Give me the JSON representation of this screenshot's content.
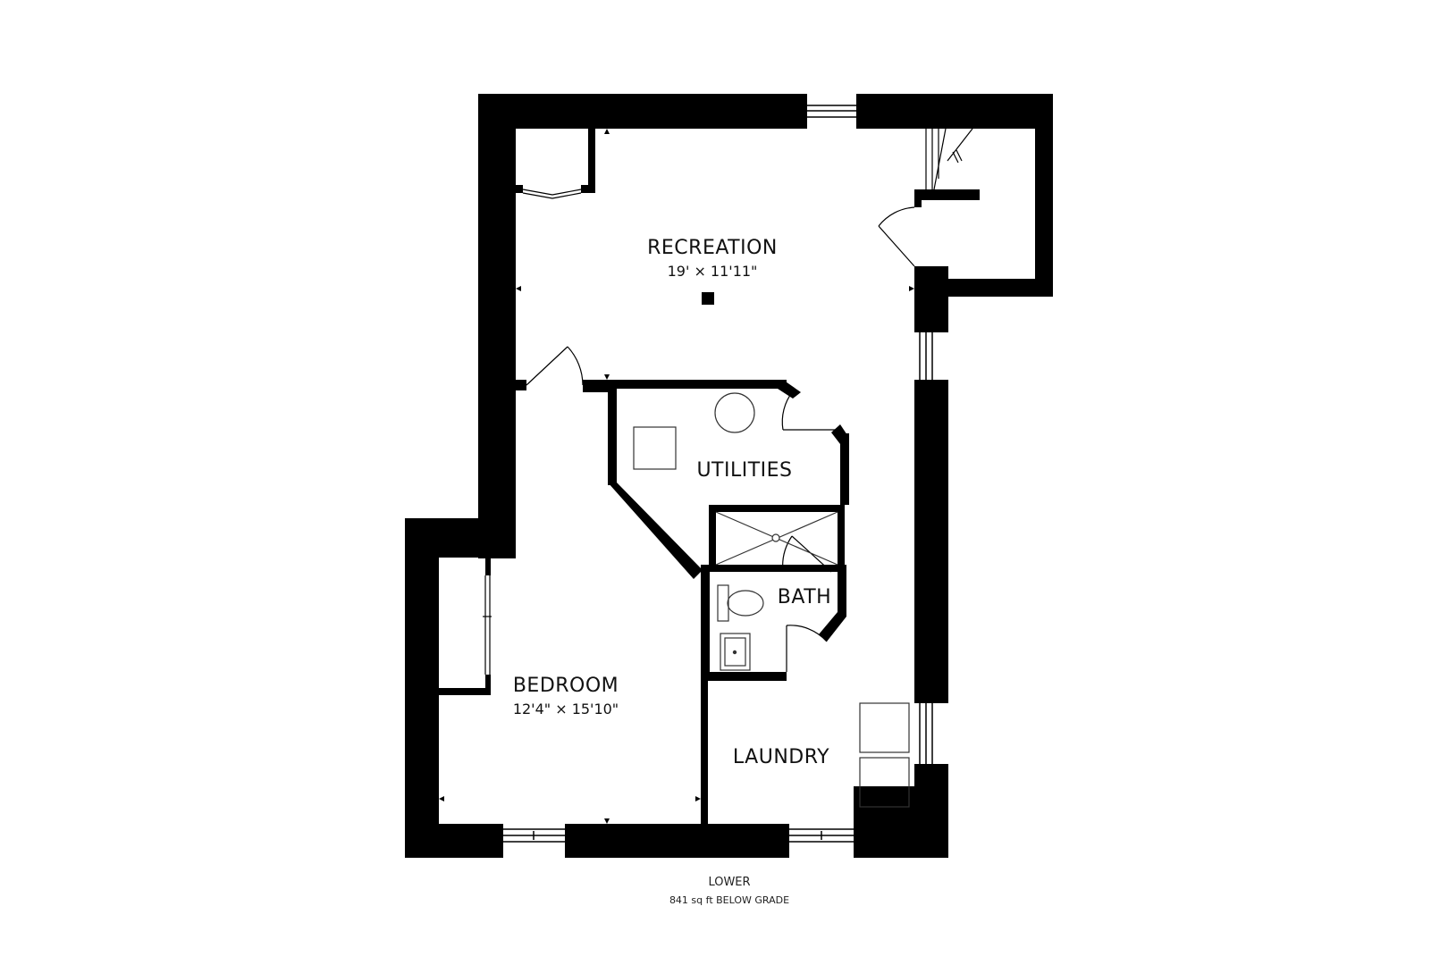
{
  "floor": {
    "level": "LOWER",
    "area": "841 sq ft BELOW GRADE"
  },
  "rooms": {
    "recreation": {
      "name": "RECREATION",
      "dims": "19' × 11'11\""
    },
    "utilities": {
      "name": "UTILITIES"
    },
    "bath": {
      "name": "BATH"
    },
    "bedroom": {
      "name": "BEDROOM",
      "dims": "12'4\" × 15'10\""
    },
    "laundry": {
      "name": "LAUNDRY"
    }
  },
  "colors": {
    "wall": "#000000",
    "background": "#ffffff",
    "fixture_stroke": "#333333"
  }
}
